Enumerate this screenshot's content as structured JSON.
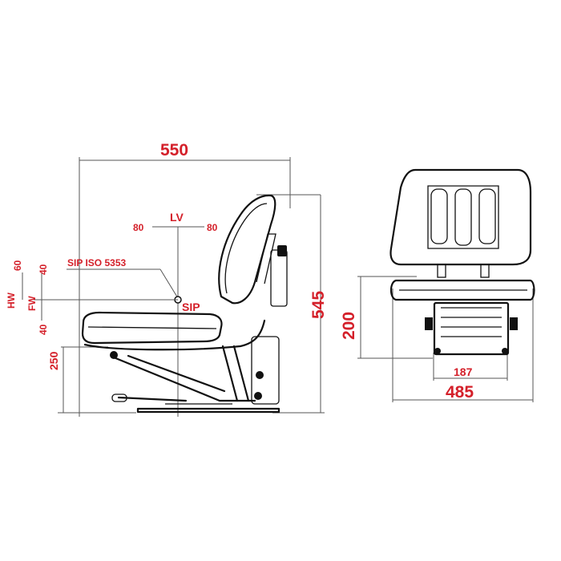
{
  "side_view": {
    "width_label": "550",
    "height_label": "545",
    "lv_label": "LV",
    "lv_left": "80",
    "lv_right": "80",
    "sip_iso_label": "SIP ISO 5353",
    "sip_label": "SIP",
    "hw_label": "HW",
    "hw_value": "60",
    "fw_label": "FW",
    "fw_value": "40",
    "down_value": "40",
    "base_height": "250"
  },
  "front_view": {
    "width_label": "485",
    "inner_width_label": "187",
    "height_label": "200"
  },
  "colors": {
    "dimension_text": "#d4202a",
    "outline": "#111111"
  }
}
